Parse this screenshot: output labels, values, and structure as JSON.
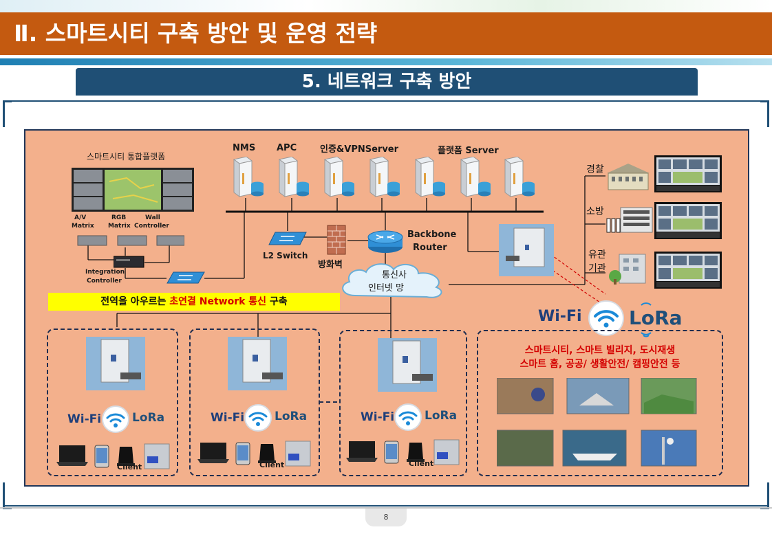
{
  "header": {
    "title": "Ⅱ. 스마트시티 구축 방안 및 운영 전략",
    "subtitle": "5. 네트워크 구축 방안"
  },
  "platform": {
    "title": "스마트시티 통합플랫폼",
    "matrix_labels": [
      [
        "A/V",
        "Matrix"
      ],
      [
        "RGB",
        "Matrix"
      ],
      [
        "Wall",
        "Controller"
      ]
    ],
    "integration_label": [
      "Integration",
      "Controller"
    ]
  },
  "servers": {
    "nms": "NMS",
    "apc": "APC",
    "auth": "인증&VPNServer",
    "platform": "플랫폼 Server"
  },
  "network": {
    "l2_switch": "L2 Switch",
    "firewall": "방화벽",
    "router": [
      "Backbone",
      "Router"
    ],
    "internet": [
      "통신사",
      "인터넷 망"
    ]
  },
  "agencies": {
    "police": "경찰",
    "fire": "소방",
    "related": [
      "유관",
      "기관"
    ]
  },
  "banner": {
    "before": "전역을 아우르는 ",
    "highlight": "초연결 Network 통신",
    "after": " 구축"
  },
  "wireless": {
    "wifi": "Wi-Fi",
    "lora": "LoRa",
    "client": "Client"
  },
  "services": {
    "line1": "스마트시티, 스마트 빌리지, 도시재생",
    "line2": "스마트 홈, 공공/ 생활안전/ 캠핑안전 등"
  },
  "page_number": "8",
  "colors": {
    "title_bar": "#c45a10",
    "subtitle_bar": "#1f4f75",
    "panel": "#f3b08c",
    "banner": "#ffff00",
    "highlight": "#d40000"
  }
}
